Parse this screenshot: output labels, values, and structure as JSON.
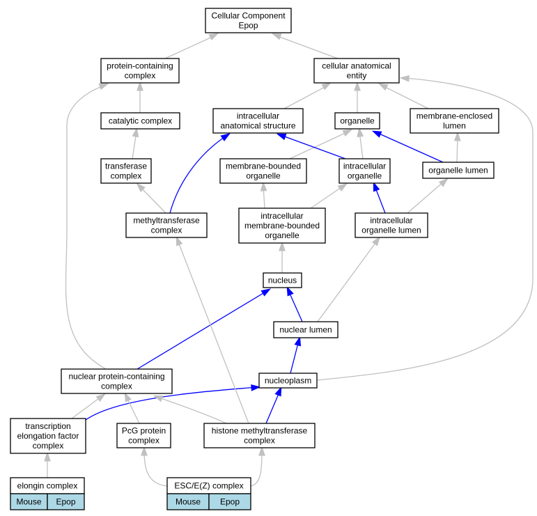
{
  "colors": {
    "edge_default": "#c0c0c0",
    "edge_highlight": "#0000ff",
    "node_border": "#000000",
    "node_fill": "#ffffff",
    "chip_fill": "#add8e6"
  },
  "nodes": {
    "cellular_component": [
      "Cellular Component",
      "Epop"
    ],
    "protein_containing_complex": [
      "protein-containing",
      "complex"
    ],
    "cellular_anatomical_entity": [
      "cellular anatomical",
      "entity"
    ],
    "catalytic_complex": [
      "catalytic complex"
    ],
    "intracellular_anatomical_structure": [
      "intracellular",
      "anatomical structure"
    ],
    "organelle": [
      "organelle"
    ],
    "membrane_enclosed_lumen": [
      "membrane-enclosed",
      "lumen"
    ],
    "transferase_complex": [
      "transferase",
      "complex"
    ],
    "membrane_bounded_organelle": [
      "membrane-bounded",
      "organelle"
    ],
    "intracellular_organelle": [
      "intracellular",
      "organelle"
    ],
    "organelle_lumen": [
      "organelle lumen"
    ],
    "methyltransferase_complex": [
      "methyltransferase",
      "complex"
    ],
    "intracellular_membrane_bounded_organelle": [
      "intracellular",
      "membrane-bounded",
      "organelle"
    ],
    "intracellular_organelle_lumen": [
      "intracellular",
      "organelle lumen"
    ],
    "nucleus": [
      "nucleus"
    ],
    "nuclear_lumen": [
      "nuclear lumen"
    ],
    "nuclear_protein_containing_complex": [
      "nuclear protein-containing",
      "complex"
    ],
    "nucleoplasm": [
      "nucleoplasm"
    ],
    "transcription_elongation_factor_complex": [
      "transcription",
      "elongation factor",
      "complex"
    ],
    "pcg_protein_complex": [
      "PcG protein",
      "complex"
    ],
    "histone_methyltransferase_complex": [
      "histone methyltransferase",
      "complex"
    ],
    "elongin_complex": [
      "elongin complex"
    ],
    "esc_e_z_complex": [
      "ESC/E(Z) complex"
    ]
  },
  "chips": {
    "elongin_complex": [
      "Mouse",
      "Epop"
    ],
    "esc_e_z_complex": [
      "Mouse",
      "Epop"
    ]
  },
  "edges": [
    {
      "from": "protein_containing_complex",
      "to": "cellular_component",
      "highlight": false
    },
    {
      "from": "cellular_anatomical_entity",
      "to": "cellular_component",
      "highlight": false
    },
    {
      "from": "catalytic_complex",
      "to": "protein_containing_complex",
      "highlight": false
    },
    {
      "from": "intracellular_anatomical_structure",
      "to": "cellular_anatomical_entity",
      "highlight": false
    },
    {
      "from": "organelle",
      "to": "cellular_anatomical_entity",
      "highlight": false
    },
    {
      "from": "membrane_enclosed_lumen",
      "to": "cellular_anatomical_entity",
      "highlight": false
    },
    {
      "from": "transferase_complex",
      "to": "catalytic_complex",
      "highlight": false
    },
    {
      "from": "membrane_bounded_organelle",
      "to": "organelle",
      "highlight": false
    },
    {
      "from": "intracellular_organelle",
      "to": "organelle",
      "highlight": false
    },
    {
      "from": "intracellular_organelle",
      "to": "intracellular_anatomical_structure",
      "highlight": true
    },
    {
      "from": "organelle_lumen",
      "to": "organelle",
      "highlight": true
    },
    {
      "from": "organelle_lumen",
      "to": "membrane_enclosed_lumen",
      "highlight": false
    },
    {
      "from": "methyltransferase_complex",
      "to": "transferase_complex",
      "highlight": false
    },
    {
      "from": "methyltransferase_complex",
      "to": "intracellular_anatomical_structure",
      "highlight": true
    },
    {
      "from": "intracellular_membrane_bounded_organelle",
      "to": "membrane_bounded_organelle",
      "highlight": false
    },
    {
      "from": "intracellular_membrane_bounded_organelle",
      "to": "intracellular_organelle",
      "highlight": false
    },
    {
      "from": "intracellular_organelle_lumen",
      "to": "intracellular_organelle",
      "highlight": true
    },
    {
      "from": "intracellular_organelle_lumen",
      "to": "organelle_lumen",
      "highlight": false
    },
    {
      "from": "nucleus",
      "to": "intracellular_membrane_bounded_organelle",
      "highlight": false
    },
    {
      "from": "nuclear_lumen",
      "to": "nucleus",
      "highlight": true
    },
    {
      "from": "nuclear_lumen",
      "to": "intracellular_organelle_lumen",
      "highlight": false
    },
    {
      "from": "nuclear_protein_containing_complex",
      "to": "nucleus",
      "highlight": true
    },
    {
      "from": "nuclear_protein_containing_complex",
      "to": "protein_containing_complex",
      "highlight": false
    },
    {
      "from": "nucleoplasm",
      "to": "nuclear_lumen",
      "highlight": true
    },
    {
      "from": "nucleoplasm",
      "to": "cellular_anatomical_entity",
      "highlight": false
    },
    {
      "from": "transcription_elongation_factor_complex",
      "to": "nuclear_protein_containing_complex",
      "highlight": false
    },
    {
      "from": "transcription_elongation_factor_complex",
      "to": "nucleoplasm",
      "highlight": true
    },
    {
      "from": "pcg_protein_complex",
      "to": "nuclear_protein_containing_complex",
      "highlight": false
    },
    {
      "from": "histone_methyltransferase_complex",
      "to": "nuclear_protein_containing_complex",
      "highlight": false
    },
    {
      "from": "histone_methyltransferase_complex",
      "to": "nucleoplasm",
      "highlight": true
    },
    {
      "from": "histone_methyltransferase_complex",
      "to": "methyltransferase_complex",
      "highlight": false
    },
    {
      "from": "elongin_complex",
      "to": "transcription_elongation_factor_complex",
      "highlight": false
    },
    {
      "from": "esc_e_z_complex",
      "to": "pcg_protein_complex",
      "highlight": false
    },
    {
      "from": "esc_e_z_complex",
      "to": "histone_methyltransferase_complex",
      "highlight": false
    }
  ]
}
